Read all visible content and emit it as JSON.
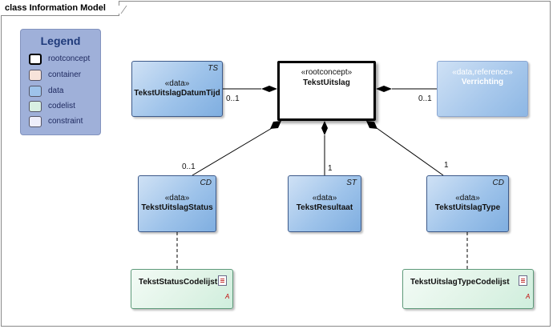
{
  "frame": {
    "title": "class Information Model"
  },
  "legend": {
    "title": "Legend",
    "items": [
      {
        "label": "rootconcept",
        "color": "#ffffff",
        "border": "#000000"
      },
      {
        "label": "container",
        "color": "#f7e3da",
        "border": "#556677"
      },
      {
        "label": "data",
        "color": "#9ec3ea",
        "border": "#556677"
      },
      {
        "label": "codelist",
        "color": "#d8f0e2",
        "border": "#556677"
      },
      {
        "label": "constraint",
        "color": "#eeeefa",
        "border": "#556677"
      }
    ]
  },
  "nodes": {
    "root": {
      "stereotype": "«rootconcept»",
      "name": "TekstUitslag"
    },
    "datumtijd": {
      "tag": "TS",
      "stereotype": "«data»",
      "name": "TekstUitslagDatumTijd"
    },
    "verrichting": {
      "stereotype": "«data,reference»",
      "name": "Verrichting"
    },
    "status": {
      "tag": "CD",
      "stereotype": "«data»",
      "name": "TekstUitslagStatus"
    },
    "resultaat": {
      "tag": "ST",
      "stereotype": "«data»",
      "name": "TekstResultaat"
    },
    "type": {
      "tag": "CD",
      "stereotype": "«data»",
      "name": "TekstUitslagType"
    },
    "status_codelist": {
      "name": "TekstStatusCodelijst",
      "mark": "A"
    },
    "type_codelist": {
      "name": "TekstUitslagTypeCodelijst",
      "mark": "A"
    }
  },
  "multiplicities": {
    "datumtijd": "0..1",
    "verrichting": "0..1",
    "status": "0..1",
    "resultaat": "1",
    "type": "1"
  },
  "colors": {
    "data_fill": "#9ec3ea",
    "codelist_fill": "#dff3e6",
    "rootconcept_border": "#000000",
    "edge": "#000000"
  }
}
